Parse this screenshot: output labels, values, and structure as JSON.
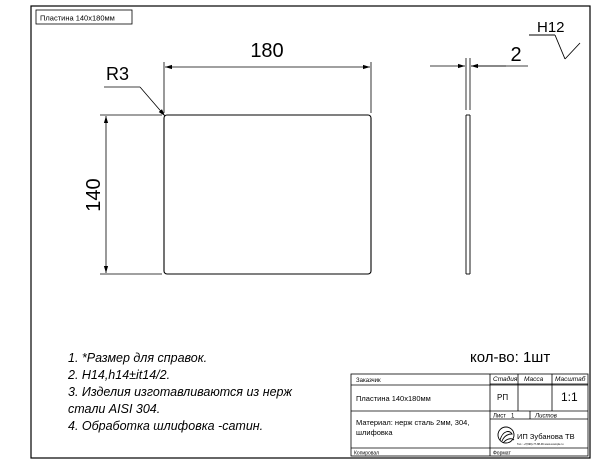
{
  "title_box": "Пластина 140x180мм",
  "dimensions": {
    "width": "180",
    "height": "140",
    "radius": "R3",
    "thickness": "2"
  },
  "roughness": "H12",
  "notes": [
    "1. *Размер для справок.",
    "2. H14,h14±it14/2.",
    "3. Изделия изготавливаются из нерж",
    "стали AISI 304.",
    "4. Обработка шлифовка -сатин."
  ],
  "quantity": "кол-во: 1шт",
  "title_block": {
    "customer_label": "Заказчик",
    "stage_label": "Стадия",
    "mass_label": "Масса",
    "scale_label": "Масштаб",
    "part_name": "Пластина 140x180мм",
    "stage_value": "РП",
    "scale_value": "1:1",
    "sheet_label": "Лист",
    "sheet_value": "1",
    "sheets_label": "Листов",
    "material_line1": "Материал: нерж сталь 2мм, 304,",
    "material_line2": "шлифовка",
    "company": "ИП Зубанова ТВ",
    "company_small": "Тел.: +7(999)-77-88-99    www.example.ru",
    "copied_label": "Копировал",
    "format_label": "Формат"
  }
}
